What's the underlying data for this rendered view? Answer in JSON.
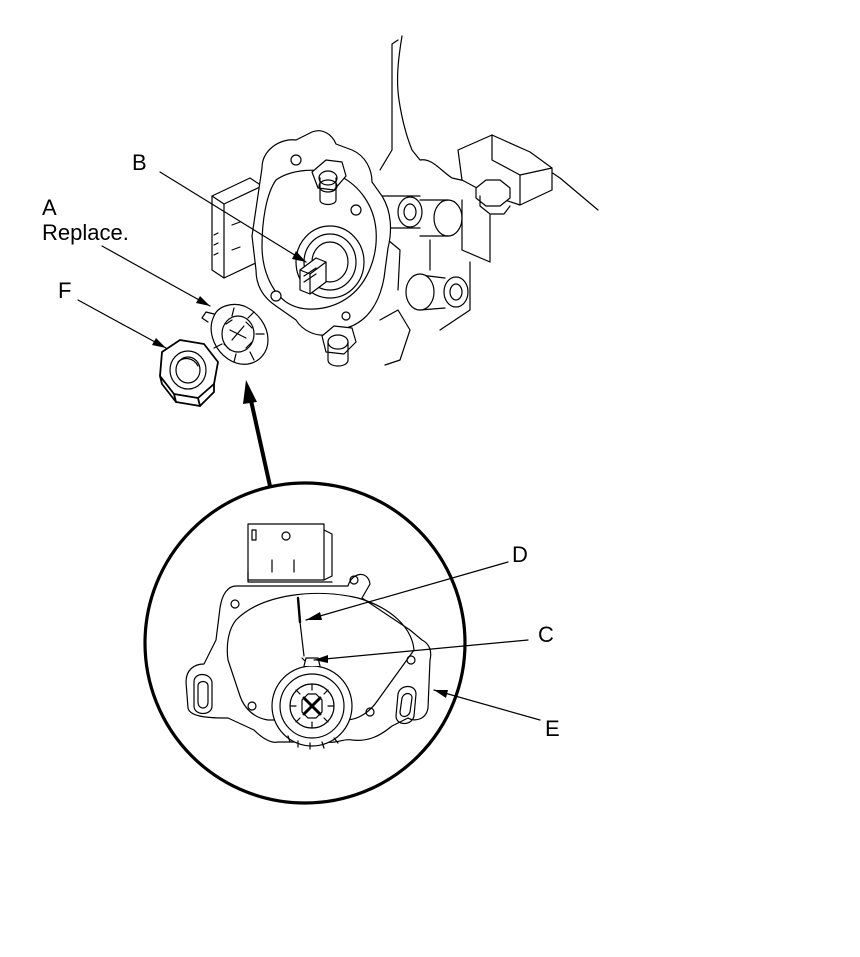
{
  "callouts": {
    "a_letter": "A",
    "a_note": "Replace.",
    "b": "B",
    "c": "C",
    "d": "D",
    "e": "E",
    "f": "F"
  },
  "colors": {
    "line": "#000000",
    "background": "#ffffff"
  }
}
